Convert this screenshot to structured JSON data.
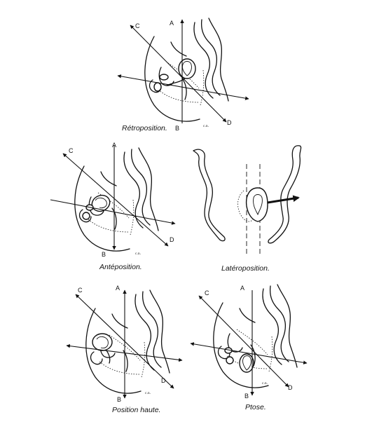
{
  "panels": {
    "retroposition": {
      "caption": "Rétroposition.",
      "labels": {
        "a": "A",
        "b": "B",
        "c": "C",
        "d": "D",
        "cn": "c.n."
      }
    },
    "anteposition": {
      "caption": "Antéposition.",
      "labels": {
        "a": "A",
        "b": "B",
        "c": "C",
        "d": "D",
        "cn": "c.n."
      }
    },
    "lateroposition": {
      "caption": "Latéroposition."
    },
    "position_haute": {
      "caption": "Position haute.",
      "labels": {
        "a": "A",
        "b": "B",
        "c": "C",
        "d": "D",
        "cn": "c.n."
      }
    },
    "ptose": {
      "caption": "Ptose.",
      "labels": {
        "a": "A",
        "b": "B",
        "c": "C",
        "d": "D",
        "cn": "c.n."
      }
    }
  }
}
